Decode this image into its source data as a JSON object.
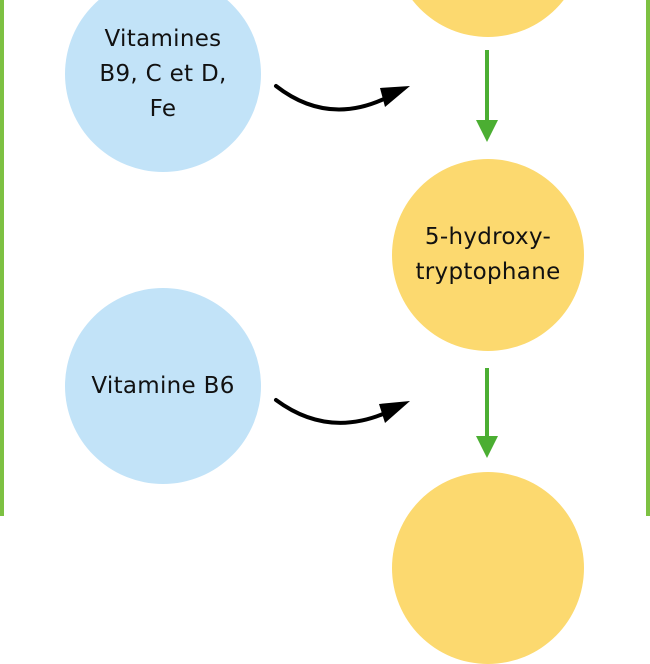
{
  "colors": {
    "frame_green": "#7dc142",
    "vitamin_blue": "#c2e3f8",
    "metabolite_yellow": "#fcd96f",
    "step_arrow_green": "#4bae32",
    "cofactor_arrow_black": "#000000"
  },
  "vitamins": {
    "group": {
      "label": "Vitamines\nB9, C et D,\nFe"
    },
    "b6": {
      "label": "Vitamine B6"
    }
  },
  "metabolites": {
    "top": {
      "label": ""
    },
    "middle": {
      "label": "5-hydroxy-\ntryptophane"
    },
    "bottom": {
      "label": ""
    }
  }
}
